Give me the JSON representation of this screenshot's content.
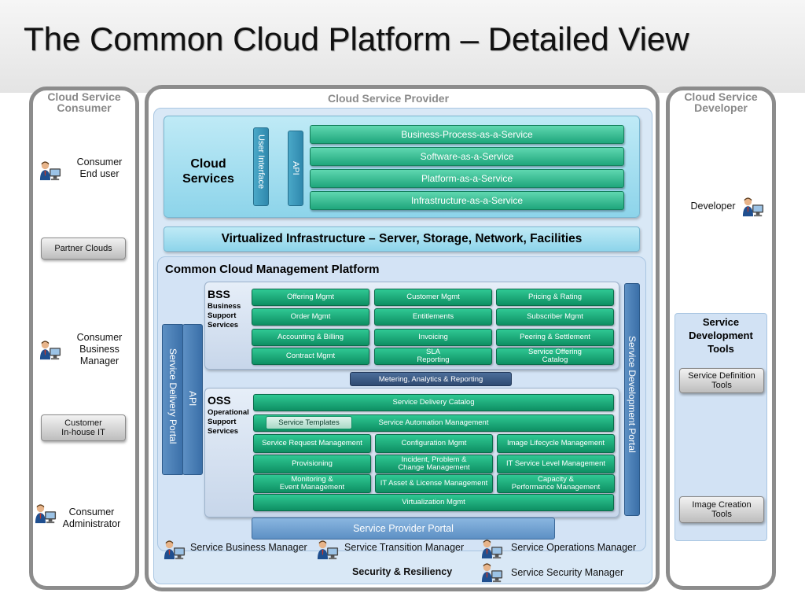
{
  "title": "The Common Cloud Platform – Detailed View",
  "consumer": {
    "header": [
      "Cloud Service",
      "Consumer"
    ],
    "end_user": [
      "Consumer",
      "End user"
    ],
    "partner_clouds": "Partner Clouds",
    "business_manager": [
      "Consumer",
      "Business",
      "Manager"
    ],
    "inhouse_it": [
      "Customer",
      "In-house IT"
    ],
    "administrator": [
      "Consumer",
      "Administrator"
    ]
  },
  "provider": {
    "header": "Cloud Service Provider",
    "cloud_services": [
      "Cloud",
      "Services"
    ],
    "user_interface": "User Interface",
    "api": "API",
    "services": [
      "Business-Process-as-a-Service",
      "Software-as-a-Service",
      "Platform-as-a-Service",
      "Infrastructure-as-a-Service"
    ],
    "virtualized": "Virtualized Infrastructure – Server, Storage, Network, Facilities",
    "ccmp": "Common Cloud Management Platform",
    "service_delivery_portal": "Service Delivery Portal",
    "mgmt_api": "API",
    "service_development_portal": "Service Development Portal",
    "bss": {
      "title": "BSS",
      "subtitle": [
        "Business",
        "Support",
        "Services"
      ],
      "cells": [
        [
          "Offering Mgmt",
          "Customer Mgmt",
          "Pricing & Rating"
        ],
        [
          "Order Mgmt",
          "Entitlements",
          "Subscriber  Mgmt"
        ],
        [
          "Accounting & Billing",
          "Invoicing",
          "Peering & Settlement"
        ],
        [
          [
            "Contract Mgmt"
          ],
          [
            "SLA",
            "Reporting"
          ],
          [
            "Service Offering",
            "Catalog"
          ]
        ]
      ]
    },
    "metering": "Metering, Analytics & Reporting",
    "oss": {
      "title": "OSS",
      "subtitle": [
        "Operational",
        "Support",
        "Services"
      ],
      "delivery_catalog": "Service Delivery Catalog",
      "service_templates": "Service Templates",
      "automation": "Service Automation Management",
      "cells": [
        [
          [
            "Service Request  Management"
          ],
          [
            "Configuration Mgmt"
          ],
          [
            "Image Lifecycle Management"
          ]
        ],
        [
          [
            "Provisioning"
          ],
          [
            "Incident, Problem &",
            "Change Management"
          ],
          [
            "IT Service Level Management"
          ]
        ],
        [
          [
            "Monitoring &",
            "Event Management"
          ],
          [
            "IT Asset & License Management"
          ],
          [
            "Capacity &",
            "Performance Management"
          ]
        ]
      ],
      "virtualization": "Virtualization Mgmt"
    },
    "provider_portal": "Service Provider Portal",
    "roles": {
      "business": "Service Business Manager",
      "transition": "Service Transition Manager",
      "operations": "Service Operations Manager",
      "security_mgr": "Service Security Manager"
    },
    "security": "Security & Resiliency"
  },
  "developer": {
    "header": [
      "Cloud Service",
      "Developer"
    ],
    "developer": "Developer",
    "tools_title": [
      "Service",
      "Development",
      "Tools"
    ],
    "definition_tools": [
      "Service Definition",
      "Tools"
    ],
    "image_tools": [
      "Image Creation",
      "Tools"
    ]
  },
  "colors": {
    "green": "#1fa67c",
    "cyan": "#8dd4ea",
    "blue_bar": "#3a6fa8",
    "panel": "#d9e8f6"
  }
}
